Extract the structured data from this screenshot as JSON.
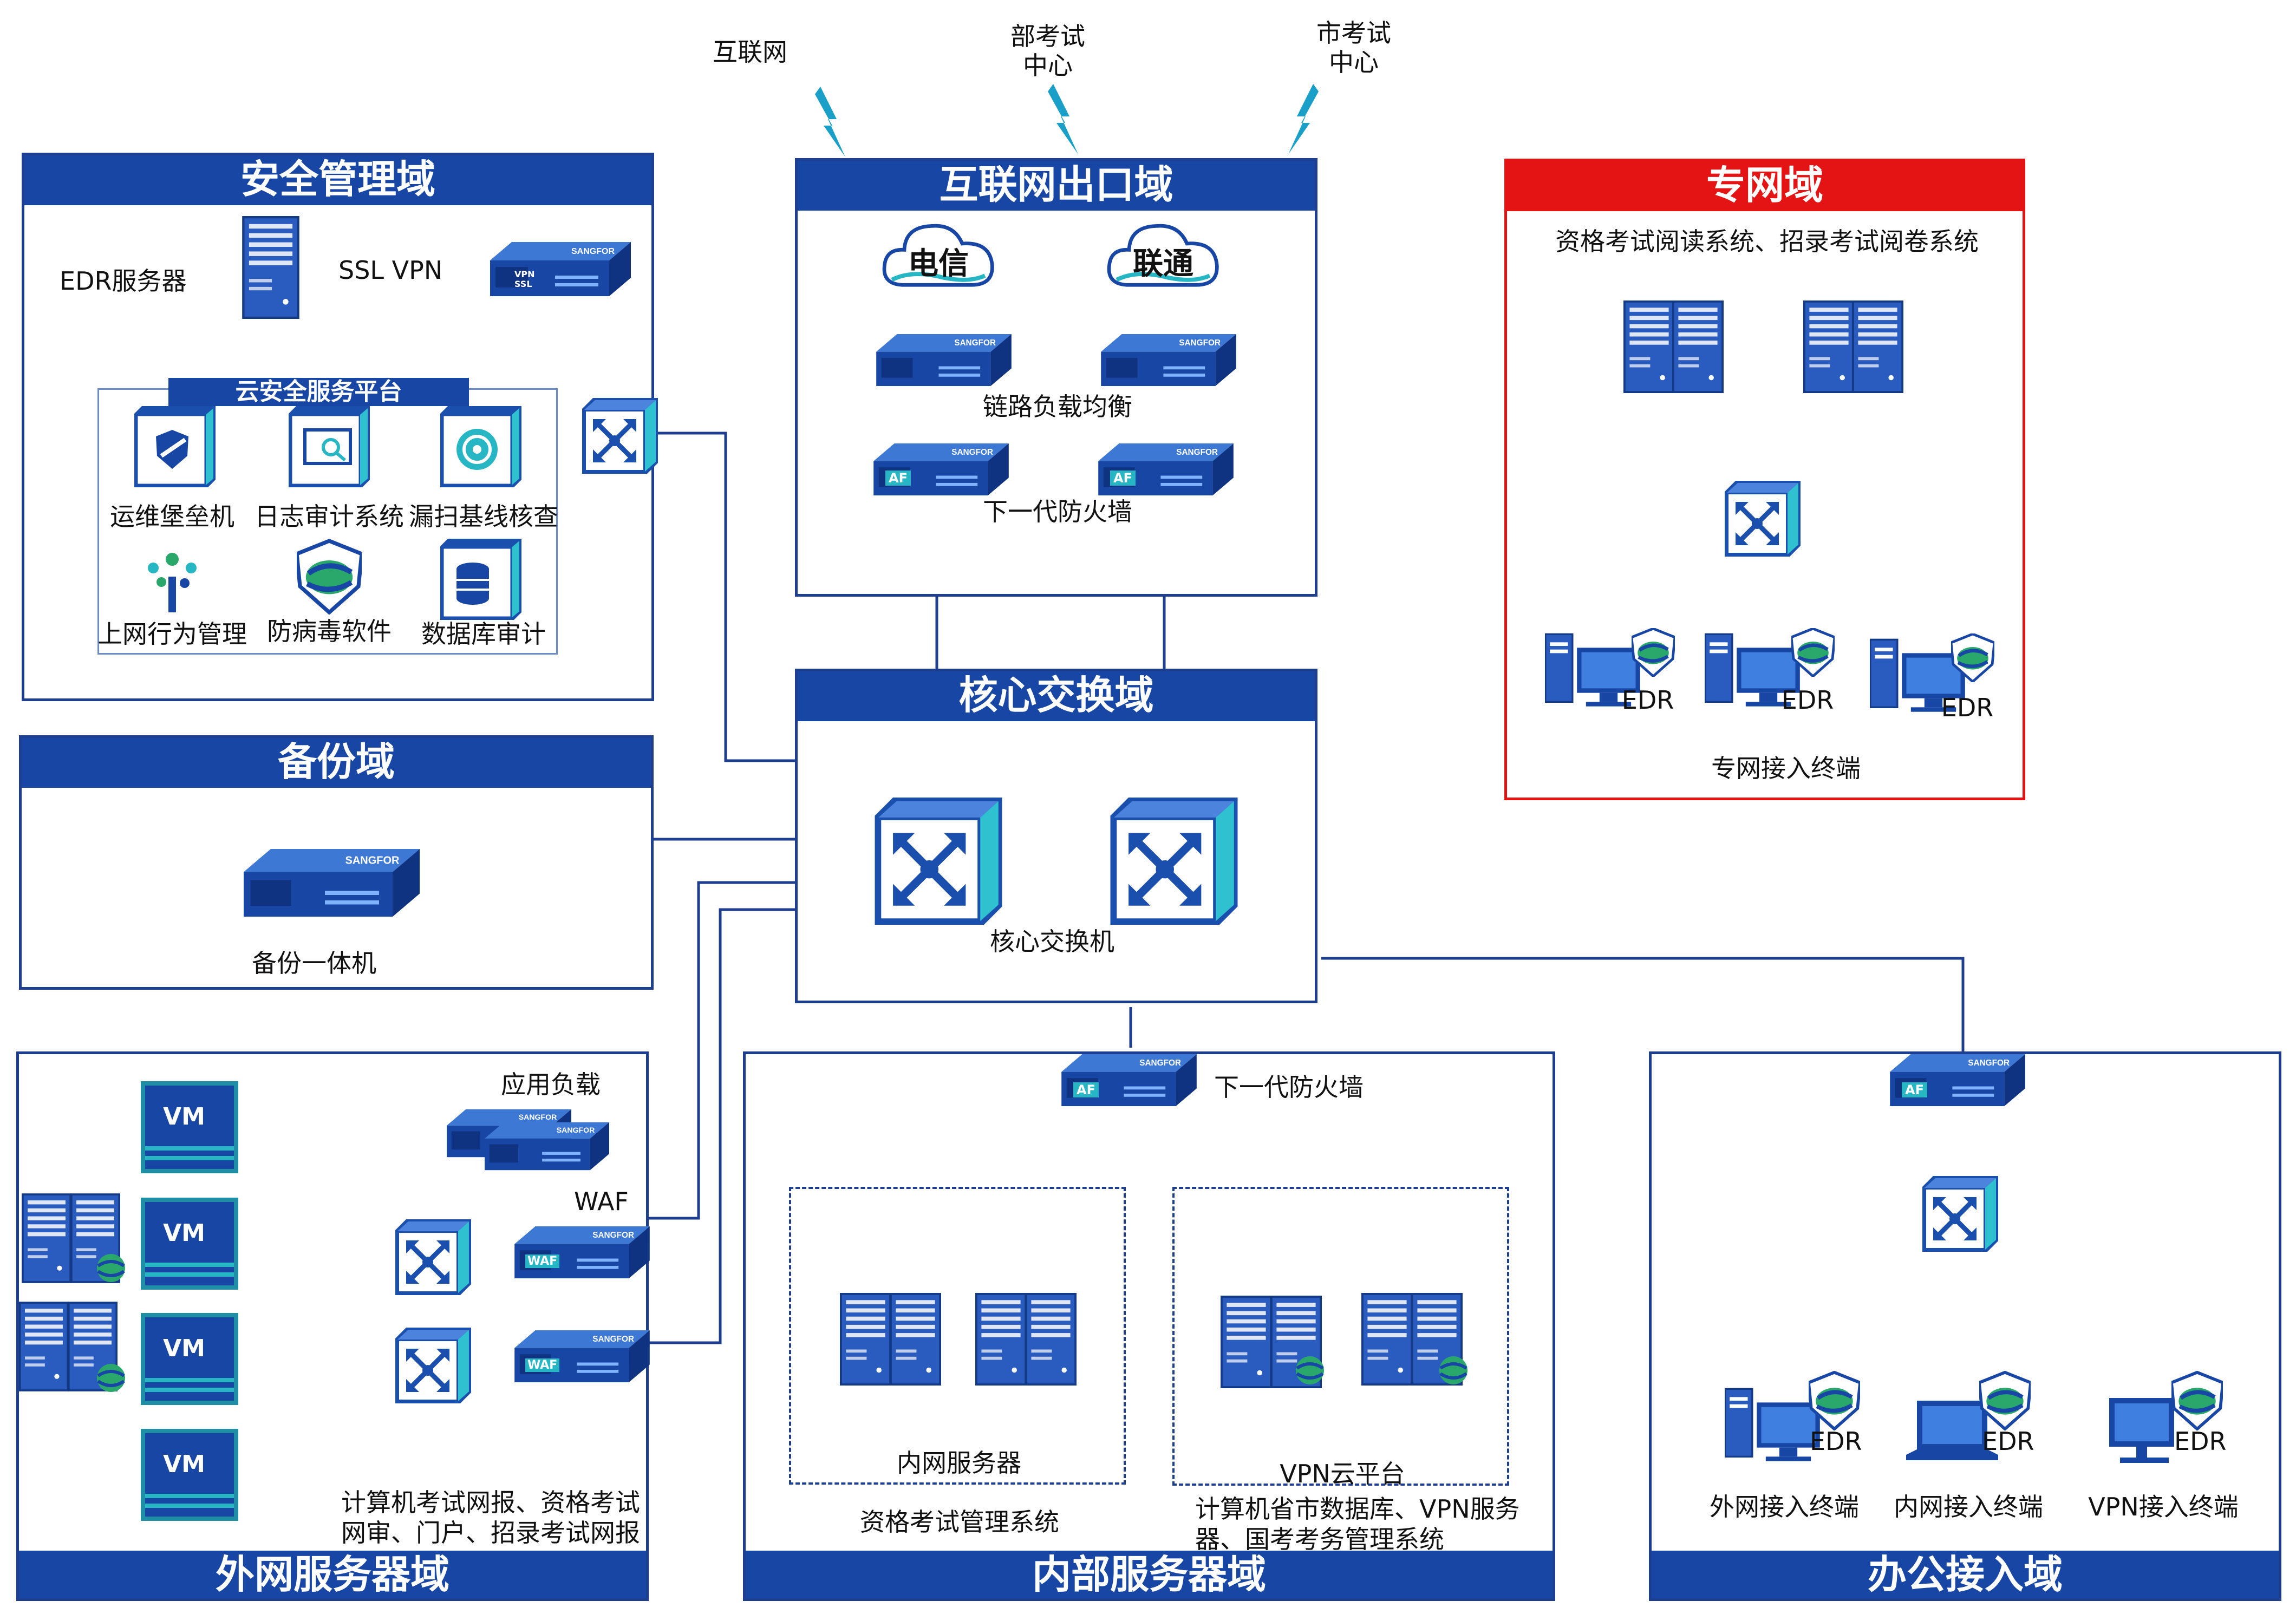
{
  "top": {
    "internet": "互联网",
    "ministry": "部考试\n中心",
    "city": "市考试\n中心"
  },
  "security": {
    "title": "安全管理域",
    "edr_server": "EDR服务器",
    "ssl_vpn": "SSL VPN",
    "platform": "云安全服务平台",
    "items": [
      "运维堡垒机",
      "日志审计系统",
      "漏扫基线核查",
      "上网行为管理",
      "防病毒软件",
      "数据库审计"
    ]
  },
  "internet_exit": {
    "title": "互联网出口域",
    "telecom": "电信",
    "unicom": "联通",
    "lb": "链路负载均衡",
    "fw": "下一代防火墙"
  },
  "private": {
    "title": "专网域",
    "systems": "资格考试阅读系统、招录考试阅卷系统",
    "edr": "EDR",
    "terminal": "专网接入终端"
  },
  "backup": {
    "title": "备份域",
    "device": "备份一体机"
  },
  "core": {
    "title": "核心交换域",
    "device": "核心交换机"
  },
  "external": {
    "title": "外网服务器域",
    "vm": "VM",
    "app_lb": "应用负载",
    "waf": "WAF",
    "waf_badge": "WAF",
    "desc": "计算机考试网报、资格考试\n网审、门户、招录考试网报"
  },
  "internal": {
    "title": "内部服务器域",
    "fw": "下一代防火墙",
    "srv": "内网服务器",
    "vpn": "VPN云平台",
    "sys1": "资格考试管理系统",
    "sys2": "计算机省市数据库、VPN服务\n器、国考考务管理系统"
  },
  "office": {
    "title": "办公接入域",
    "edr": "EDR",
    "ext": "外网接入终端",
    "int": "内网接入终端",
    "vpn": "VPN接入终端"
  },
  "brand": {
    "vendor": "SANGFOR",
    "af": "AF",
    "vpn": "VPN",
    "ssl": "SSL"
  },
  "colors": {
    "header": "#1846a4",
    "border": "#1e3f8f",
    "red": "#e41414",
    "wire": "#1e3f8f"
  }
}
